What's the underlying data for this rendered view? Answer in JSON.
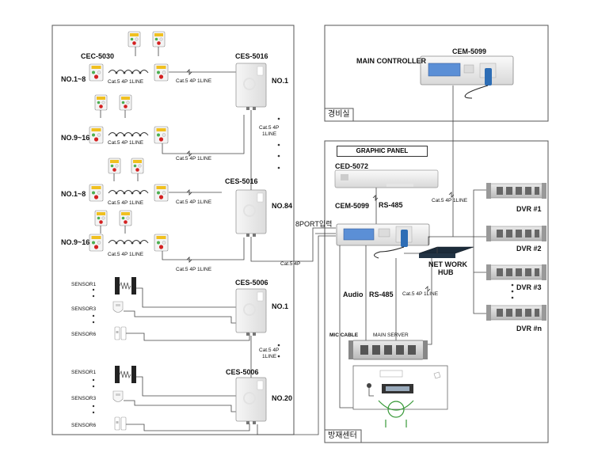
{
  "labels": {
    "cec_model": "CEC-5030",
    "range_1_8": "NO.1~8",
    "range_9_16": "NO.9~16",
    "cable": "Cat.5 4P 1LINE",
    "ces_model": "CES-5016",
    "no1": "NO.1",
    "no84": "NO.84",
    "no20": "NO.20",
    "cat54p": "Cat.5 4P",
    "line1": "1LINE",
    "port_input": "8PORT입력",
    "cat54p_plain": "Cat.5 4P",
    "ces5006": "CES-5006",
    "sensor1": "SENSOR1",
    "sensor3": "SENSOR3",
    "sensor6": "SENSOR6",
    "main_controller": "MAIN CONTROLLER",
    "cem_model": "CEM-5099",
    "guard_room": "경비실",
    "graphic_panel": "GRAPHIC PANEL",
    "ced_model": "CED-5072",
    "rs485": "RS-485",
    "dvr1": "DVR #1",
    "dvr2": "DVR #2",
    "dvr3": "DVR #3",
    "dvrn": "DVR #n",
    "network_hub_1": "NET WORK",
    "network_hub_2": "HUB",
    "audio": "Audio",
    "mic_cable": "MIC CABLE",
    "main_server": "MAIN SERVER",
    "disaster_center": "방재센터"
  },
  "colors": {
    "line": "#444444",
    "frame": "#555555",
    "device_body": "#f2f2f2",
    "panel_yellow": "#f0c020",
    "button_red": "#d42020",
    "indicator_green": "#4caf50",
    "screen_blue": "#5b8fd6",
    "mic_blue": "#2d6db5",
    "hub_dark": "#223344",
    "desk_green": "#3a9a3a"
  }
}
